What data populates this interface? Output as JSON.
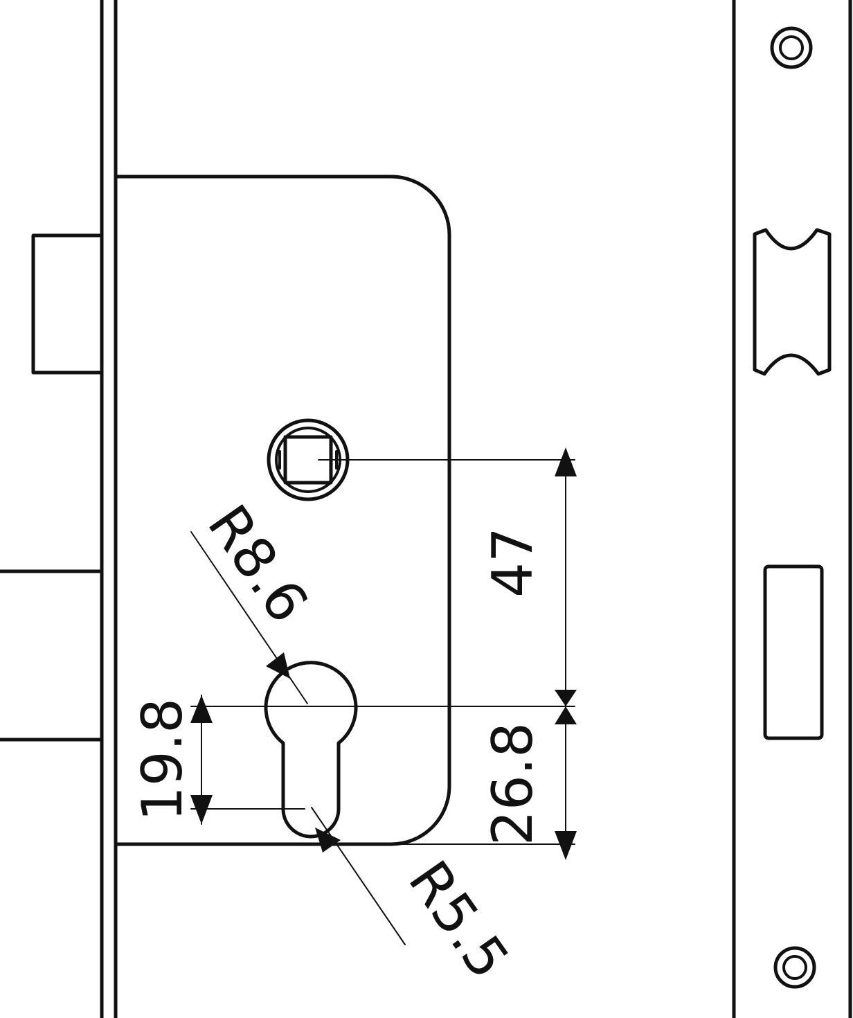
{
  "dimensions": {
    "handle_to_cylinder": "47",
    "cylinder_to_edge": "26.8",
    "cylinder_height": "19.8",
    "top_radius": "R8.6",
    "bottom_radius": "R5.5"
  }
}
